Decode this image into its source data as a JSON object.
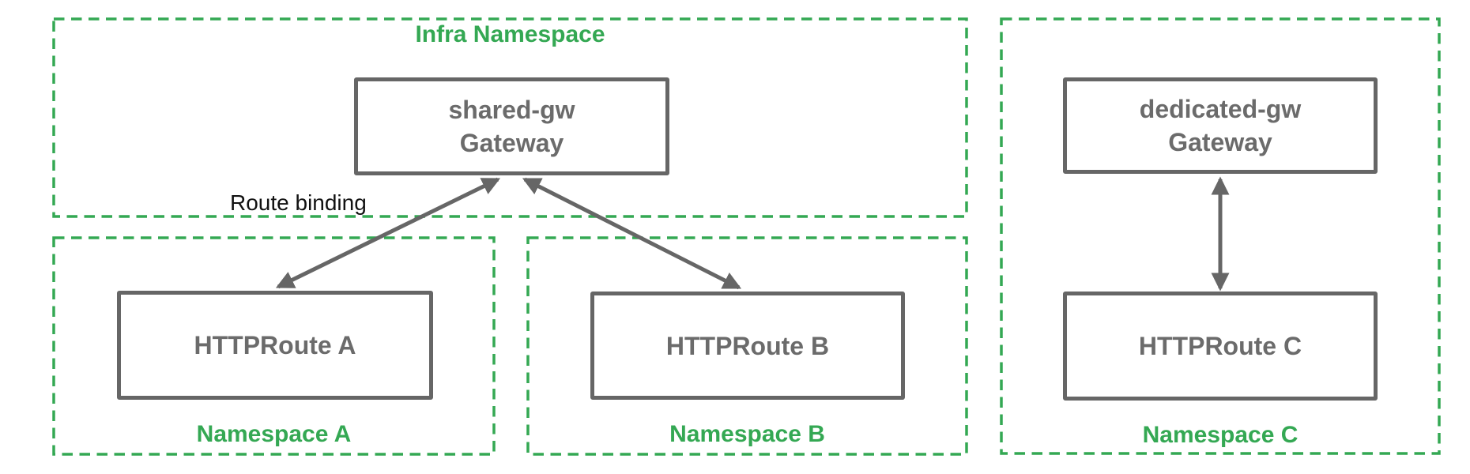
{
  "colors": {
    "namespace_green": "#34a853",
    "node_border_gray": "#666666",
    "node_text_gray": "#6b6b6b",
    "edge_label_black": "#111111",
    "background": "#ffffff"
  },
  "namespaces": {
    "infra": {
      "label": "Infra Namespace",
      "label_position": "top"
    },
    "a": {
      "label": "Namespace A",
      "label_position": "bottom"
    },
    "b": {
      "label": "Namespace B",
      "label_position": "bottom"
    },
    "c": {
      "label": "Namespace C",
      "label_position": "bottom"
    }
  },
  "nodes": {
    "shared_gw": {
      "line1": "shared-gw",
      "line2": "Gateway"
    },
    "httproute_a": {
      "label": "HTTPRoute A"
    },
    "httproute_b": {
      "label": "HTTPRoute B"
    },
    "dedicated_gw": {
      "line1": "dedicated-gw",
      "line2": "Gateway"
    },
    "httproute_c": {
      "label": "HTTPRoute C"
    }
  },
  "edges": [
    {
      "from": "HTTPRoute A",
      "to": "shared-gw Gateway",
      "style": "double-arrow",
      "label": "Route binding"
    },
    {
      "from": "HTTPRoute B",
      "to": "shared-gw Gateway",
      "style": "double-arrow",
      "label": ""
    },
    {
      "from": "HTTPRoute C",
      "to": "dedicated-gw Gateway",
      "style": "double-arrow",
      "label": ""
    }
  ]
}
